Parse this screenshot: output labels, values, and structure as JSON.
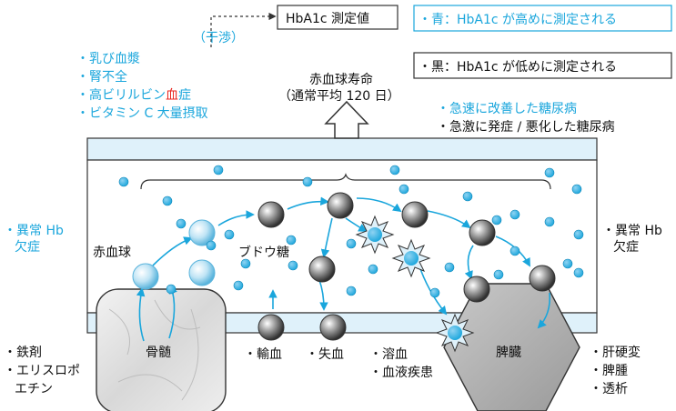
{
  "top": {
    "hba1c": "HbA1c 測定値",
    "interference": "（干渉）",
    "legend_blue": "・青：HbA1c が高めに測定される",
    "legend_black": "・黒：HbA1c が低めに測定される",
    "lifespan_line1": "赤血球寿命",
    "lifespan_line2": "（通常平均 120 日）"
  },
  "left_blue_list": [
    "・乳び血漿",
    "・腎不全",
    "・高ビリルビン",
    "・ビタミン C 大量摂取"
  ],
  "left_blue_list_highlight": {
    "text": "血",
    "suffix": "症",
    "color": "#e8251f"
  },
  "right_top_list": {
    "blue": "・急速に改善した糖尿病",
    "black": "・急激に発症 / 悪化した糖尿病"
  },
  "left_side": {
    "line1": "・異常 Hb",
    "line2": "欠症"
  },
  "right_side": {
    "line1": "・異常 Hb",
    "line2": "欠症"
  },
  "labels": {
    "rbc": "赤血球",
    "glucose": "ブドウ糖",
    "marrow": "骨髄",
    "spleen": "脾臓",
    "transfusion": "・輸血",
    "blood_loss": "・失血",
    "hemolysis": "・溶血",
    "blood_disease": "・血液疾患"
  },
  "bottom_left_list": [
    "・鉄剤",
    "・エリスロポ",
    "エチン"
  ],
  "bottom_right_list": [
    "・肝硬変",
    "・脾腫",
    "・透析"
  ],
  "colors": {
    "blue": "#1aa6dc",
    "red": "#e8251f",
    "vessel": "#dff1fa",
    "line": "#333333"
  }
}
